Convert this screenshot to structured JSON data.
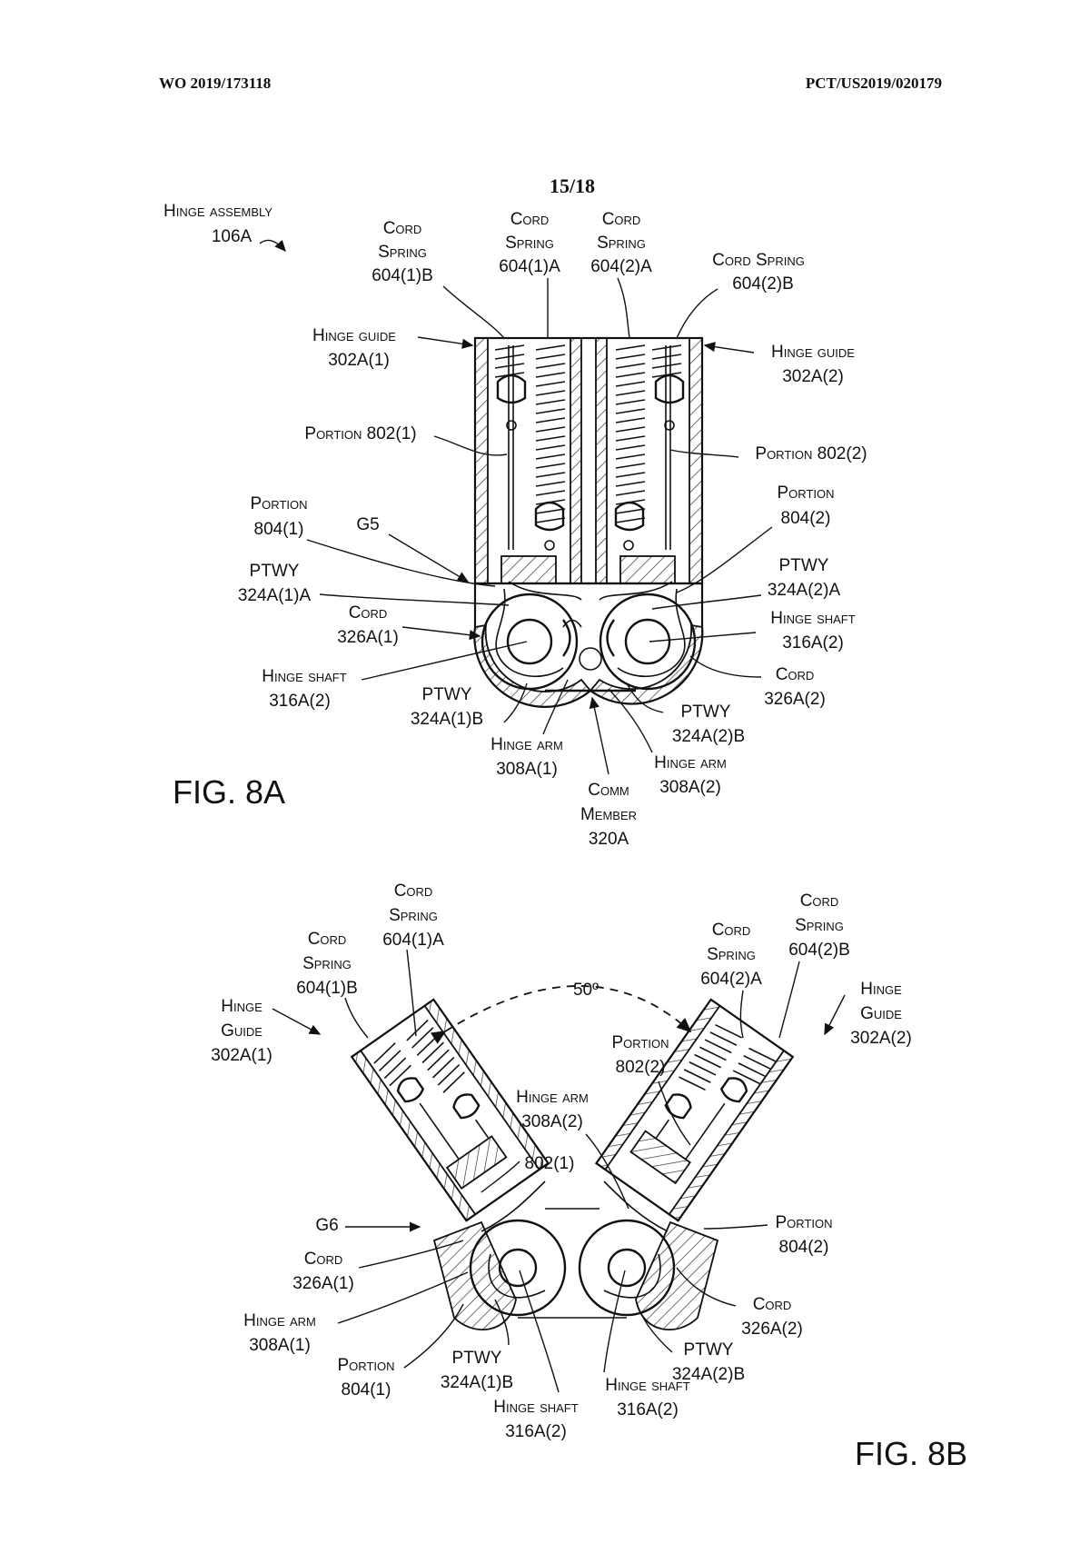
{
  "header": {
    "left": "WO 2019/173118",
    "right": "PCT/US2019/020179",
    "page": "15/18"
  },
  "fig8a": {
    "title": "FIG. 8A",
    "labels": {
      "hinge_assembly": [
        "Hinge assembly",
        "106A"
      ],
      "cord_spring_1b": [
        "Cord",
        "Spring",
        "604(1)B"
      ],
      "cord_spring_1a": [
        "Cord",
        "Spring",
        "604(1)A"
      ],
      "cord_spring_2a": [
        "Cord",
        "Spring",
        "604(2)A"
      ],
      "cord_spring_2b": [
        "Cord Spring",
        "604(2)B"
      ],
      "hinge_guide_1": [
        "Hinge guide",
        "302A(1)"
      ],
      "hinge_guide_2": [
        "Hinge guide",
        "302A(2)"
      ],
      "portion_802_1": [
        "Portion 802(1)"
      ],
      "portion_802_2": [
        "Portion 802(2)"
      ],
      "portion_804_1": [
        "Portion",
        "804(1)"
      ],
      "portion_804_2": [
        "Portion",
        "804(2)"
      ],
      "gap": [
        "G5"
      ],
      "ptwy_1a": [
        "PTWY",
        "324A(1)A"
      ],
      "ptwy_2a": [
        "PTWY",
        "324A(2)A"
      ],
      "cord_1": [
        "Cord",
        "326A(1)"
      ],
      "hinge_shaft_r": [
        "Hinge shaft",
        "316A(2)"
      ],
      "hinge_shaft_l": [
        "Hinge shaft",
        "316A(2)"
      ],
      "cord_2": [
        "Cord",
        "326A(2)"
      ],
      "ptwy_1b": [
        "PTWY",
        "324A(1)B"
      ],
      "ptwy_2b": [
        "PTWY",
        "324A(2)B"
      ],
      "hinge_arm_1": [
        "Hinge arm",
        "308A(1)"
      ],
      "hinge_arm_2": [
        "Hinge arm",
        "308A(2)"
      ],
      "comm_member": [
        "Comm",
        "Member",
        "320A"
      ]
    }
  },
  "fig8b": {
    "title": "FIG. 8B",
    "angle": "50º",
    "labels": {
      "cord_spring_1a": [
        "Cord",
        "Spring",
        "604(1)A"
      ],
      "cord_spring_1b": [
        "Cord",
        "Spring",
        "604(1)B"
      ],
      "cord_spring_2a": [
        "Cord",
        "Spring",
        "604(2)A"
      ],
      "cord_spring_2b": [
        "Cord",
        "Spring",
        "604(2)B"
      ],
      "hinge_guide_1": [
        "Hinge",
        "Guide",
        "302A(1)"
      ],
      "hinge_guide_2": [
        "Hinge",
        "Guide",
        "302A(2)"
      ],
      "portion_802_2": [
        "Portion",
        "802(2)"
      ],
      "hinge_arm_2": [
        "Hinge arm",
        "308A(2)"
      ],
      "portion_802_1": [
        "802(1)"
      ],
      "gap": [
        "G6"
      ],
      "cord_1": [
        "Cord",
        "326A(1)"
      ],
      "portion_804_2": [
        "Portion",
        "804(2)"
      ],
      "hinge_arm_1": [
        "Hinge arm",
        "308A(1)"
      ],
      "cord_2": [
        "Cord",
        "326A(2)"
      ],
      "portion_804_1": [
        "Portion",
        "804(1)"
      ],
      "ptwy_1b": [
        "PTWY",
        "324A(1)B"
      ],
      "ptwy_2b": [
        "PTWY",
        "324A(2)B"
      ],
      "hinge_shaft_1": [
        "Hinge shaft",
        "316A(2)"
      ],
      "hinge_shaft_2": [
        "Hinge shaft",
        "316A(2)"
      ]
    }
  }
}
